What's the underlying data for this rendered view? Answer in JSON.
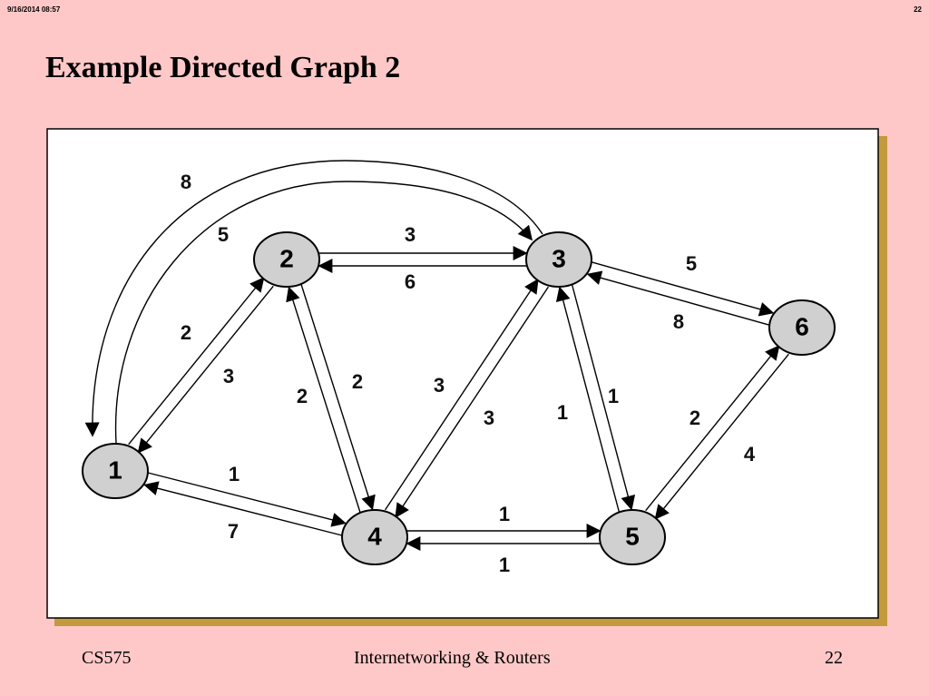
{
  "header": {
    "date": "9/16/2014   08:57",
    "page": "22"
  },
  "slide": {
    "title": "Example Directed Graph 2"
  },
  "graph": {
    "nodes": [
      {
        "id": "1",
        "label": "1"
      },
      {
        "id": "2",
        "label": "2"
      },
      {
        "id": "3",
        "label": "3"
      },
      {
        "id": "4",
        "label": "4"
      },
      {
        "id": "5",
        "label": "5"
      },
      {
        "id": "6",
        "label": "6"
      }
    ],
    "edges": [
      {
        "from": "1",
        "to": "2",
        "weight": "2"
      },
      {
        "from": "2",
        "to": "1",
        "weight": "3"
      },
      {
        "from": "1",
        "to": "3",
        "weight": "5"
      },
      {
        "from": "3",
        "to": "1",
        "weight": "8"
      },
      {
        "from": "1",
        "to": "4",
        "weight": "1"
      },
      {
        "from": "4",
        "to": "1",
        "weight": "7"
      },
      {
        "from": "2",
        "to": "3",
        "weight": "3"
      },
      {
        "from": "3",
        "to": "2",
        "weight": "6"
      },
      {
        "from": "2",
        "to": "4",
        "weight": "2"
      },
      {
        "from": "4",
        "to": "2",
        "weight": "2"
      },
      {
        "from": "3",
        "to": "4",
        "weight": "3"
      },
      {
        "from": "4",
        "to": "3",
        "weight": "3"
      },
      {
        "from": "3",
        "to": "5",
        "weight": "1"
      },
      {
        "from": "5",
        "to": "3",
        "weight": "1"
      },
      {
        "from": "3",
        "to": "6",
        "weight": "5"
      },
      {
        "from": "6",
        "to": "3",
        "weight": "8"
      },
      {
        "from": "4",
        "to": "5",
        "weight": "1"
      },
      {
        "from": "5",
        "to": "4",
        "weight": "1"
      },
      {
        "from": "5",
        "to": "6",
        "weight": "2"
      },
      {
        "from": "6",
        "to": "5",
        "weight": "4"
      }
    ]
  },
  "footer": {
    "left": "CS575",
    "center": "Internetworking & Routers",
    "right": "22"
  }
}
